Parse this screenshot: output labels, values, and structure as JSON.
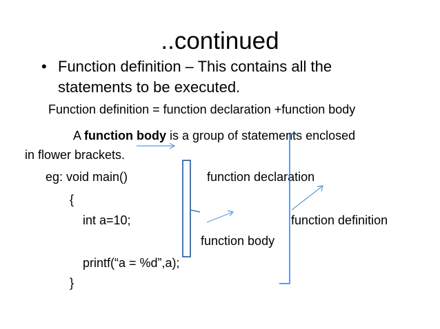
{
  "slide": {
    "title": "..continued",
    "bullet_marker": "•",
    "bullet_line1": "Function definition – This contains all the",
    "bullet_line2": "statements to be executed.",
    "definition_formula": "Function definition = function declaration +function body",
    "body_text": {
      "prefix": "A ",
      "bold": "function body",
      "suffix": " is a group of statements enclosed",
      "line2": "in flower brackets."
    },
    "example": {
      "eg_line": "eg:  void main()",
      "open_brace": "{",
      "int_line": "int a=10;",
      "printf_line": "printf(“a = %d”,a);",
      "close_brace": "}"
    },
    "annotations": {
      "declaration_label": "function declaration",
      "definition_label": "function definition",
      "body_label": "function body"
    },
    "colors": {
      "arrow": "#5b9bd5",
      "bracket": "#3a78c8"
    }
  }
}
